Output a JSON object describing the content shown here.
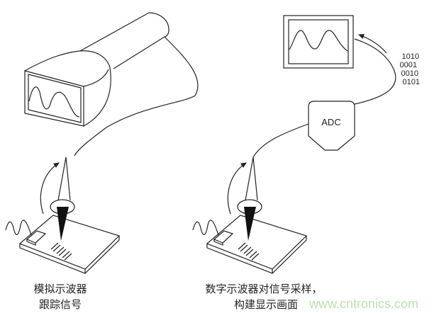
{
  "left_caption": {
    "line1": "模拟示波器",
    "line2": "跟踪信号"
  },
  "right_caption": {
    "line1": "数字示波器对信号采样，",
    "line2": "构建显示画面"
  },
  "adc_label": "ADC",
  "binary_data": [
    "1010",
    "0001",
    "0010",
    "0101"
  ],
  "watermark": "www.cntronics.com",
  "colors": {
    "line": "#222222",
    "watermark": "#bfe0b0"
  }
}
